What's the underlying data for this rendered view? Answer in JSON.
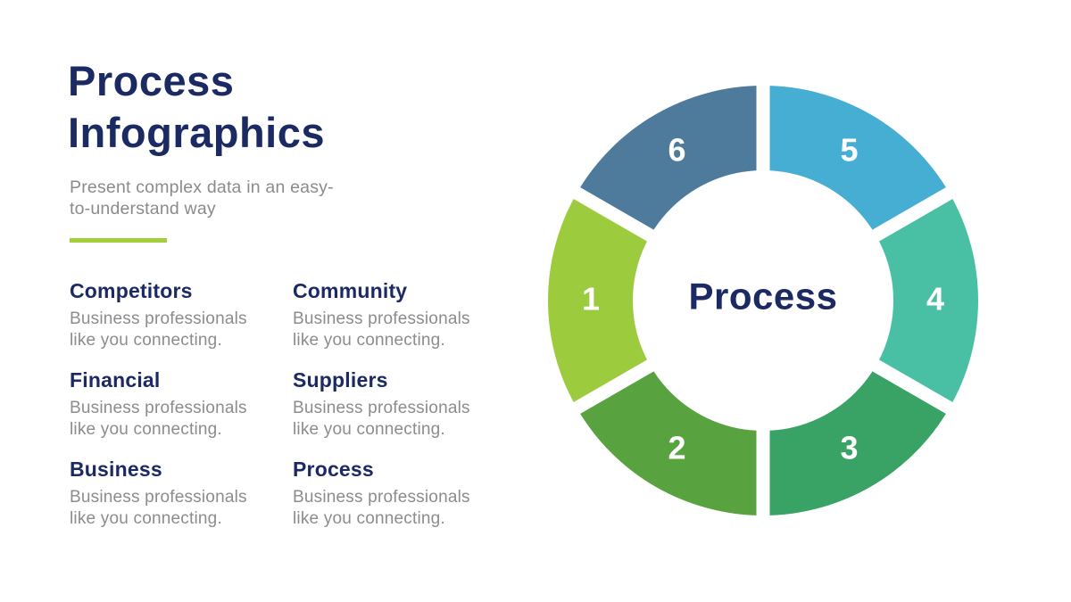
{
  "slide": {
    "title_lines": [
      "Process",
      "Infographics"
    ],
    "subtitle_lines": [
      "Present complex data in an easy-",
      "to-understand way"
    ],
    "colors": {
      "title_navy": "#1B2A63",
      "body_gray": "#8C8C8C",
      "accent_green": "#A2CE3A",
      "background": "#FFFFFF"
    },
    "items": [
      {
        "title": "Competitors",
        "description": "Business professionals like you connecting."
      },
      {
        "title": "Community",
        "description": "Business professionals like you connecting."
      },
      {
        "title": "Financial",
        "description": "Business professionals like you connecting."
      },
      {
        "title": "Suppliers",
        "description": "Business professionals like you connecting."
      },
      {
        "title": "Business",
        "description": "Business professionals like you connecting."
      },
      {
        "title": "Process",
        "description": "Business professionals like you connecting."
      }
    ],
    "diagram": {
      "type": "segmented-ring",
      "center_label": "Process",
      "center_label_color": "#1B2A63",
      "segment_count": 6,
      "segments": [
        {
          "label": "1",
          "color": "#9CCB3D"
        },
        {
          "label": "2",
          "color": "#58A33F"
        },
        {
          "label": "3",
          "color": "#39A365"
        },
        {
          "label": "4",
          "color": "#49BFA3"
        },
        {
          "label": "5",
          "color": "#47AED3"
        },
        {
          "label": "6",
          "color": "#4E7A9B"
        }
      ]
    }
  }
}
